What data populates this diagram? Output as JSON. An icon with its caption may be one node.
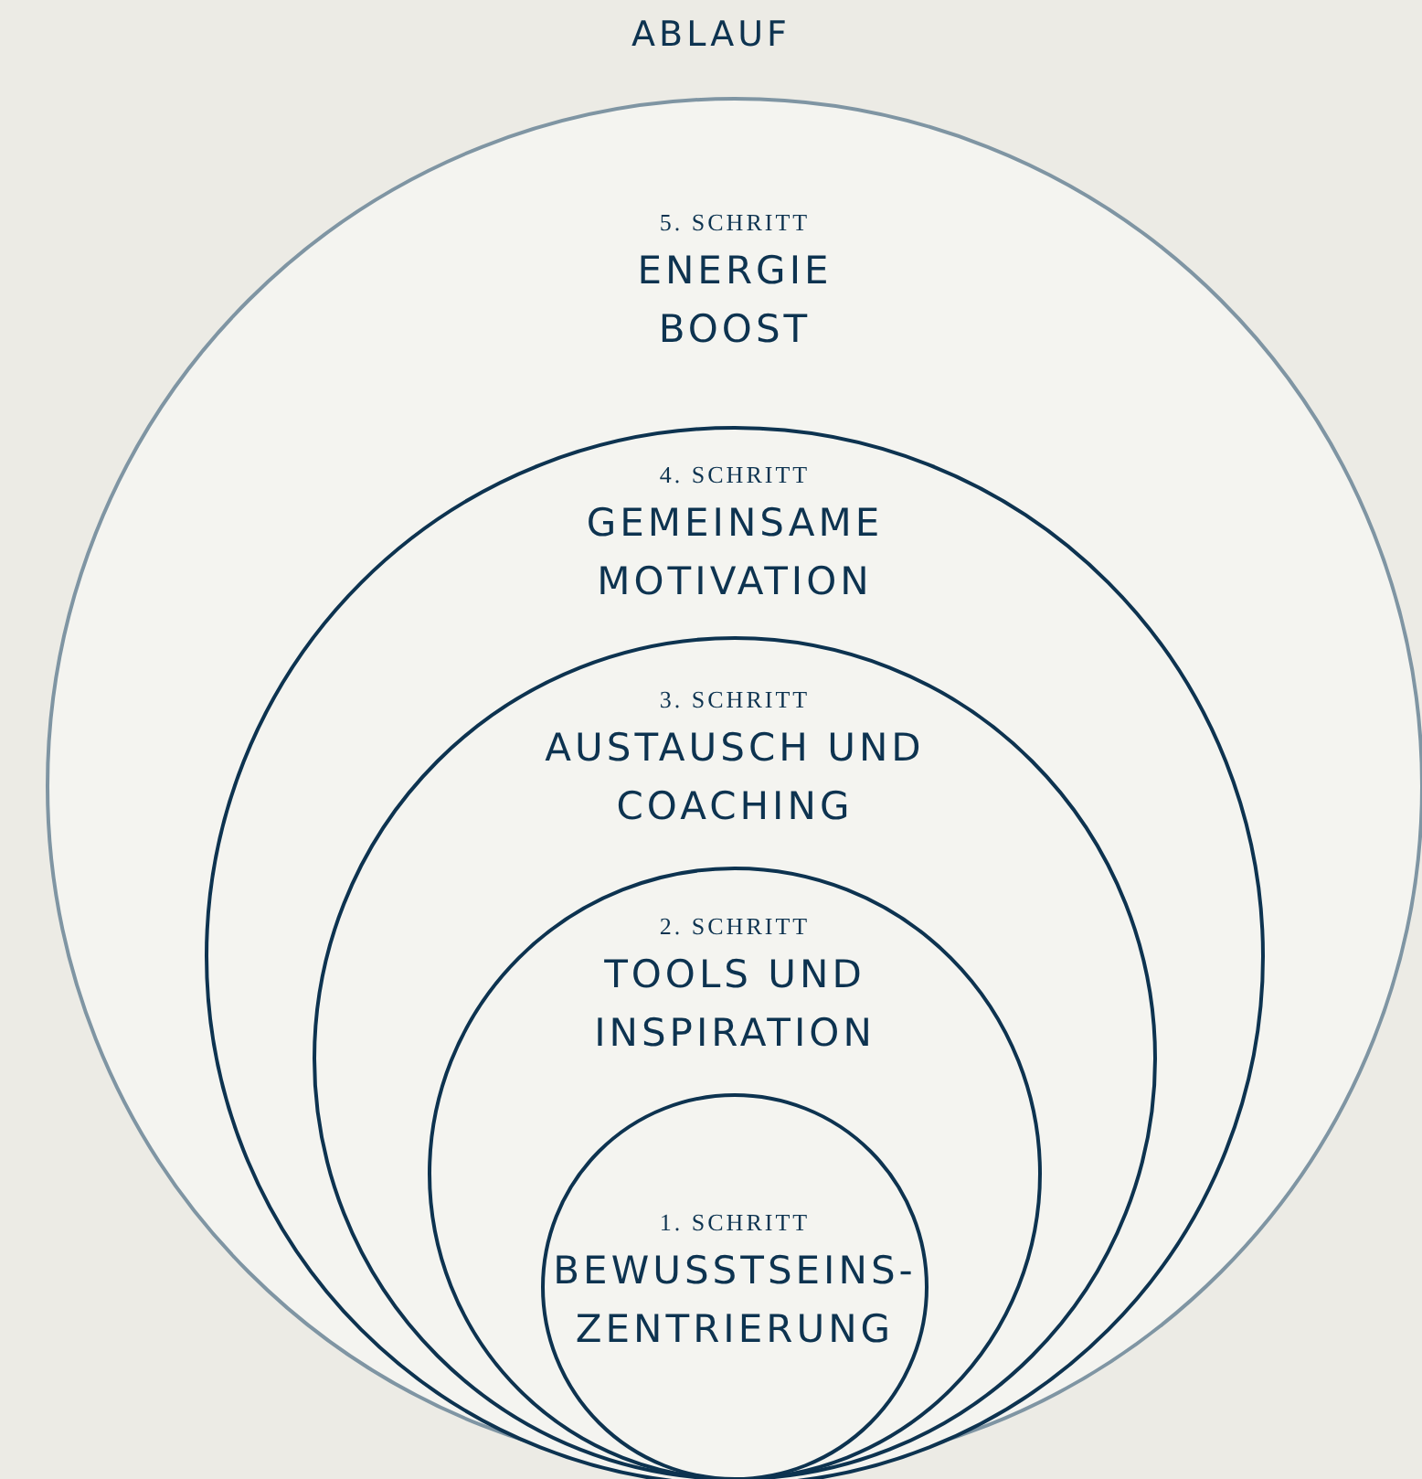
{
  "diagram": {
    "title": "ABLAUF",
    "nodes": [
      {
        "text": [
          "5. SCHRITT",
          "ENERGIE BOOST"
        ]
      },
      {
        "text": [
          "4. SCHRITT",
          "GEMEINSAME MOTIVATION"
        ],
        "in": 0
      },
      {
        "text": [
          "3. SCHRITT",
          "AUSTAUSCH UND COACHING"
        ],
        "in": 1
      },
      {
        "text": [
          "2. SCHRITT",
          "TOOLS UND INSPIRATION"
        ],
        "in": 2
      },
      {
        "text": [
          "1. SCHRITT",
          "BEWUSSTSEINS-ZENTRIERUNG"
        ],
        "in": 3
      }
    ],
    "edges": []
  }
}
